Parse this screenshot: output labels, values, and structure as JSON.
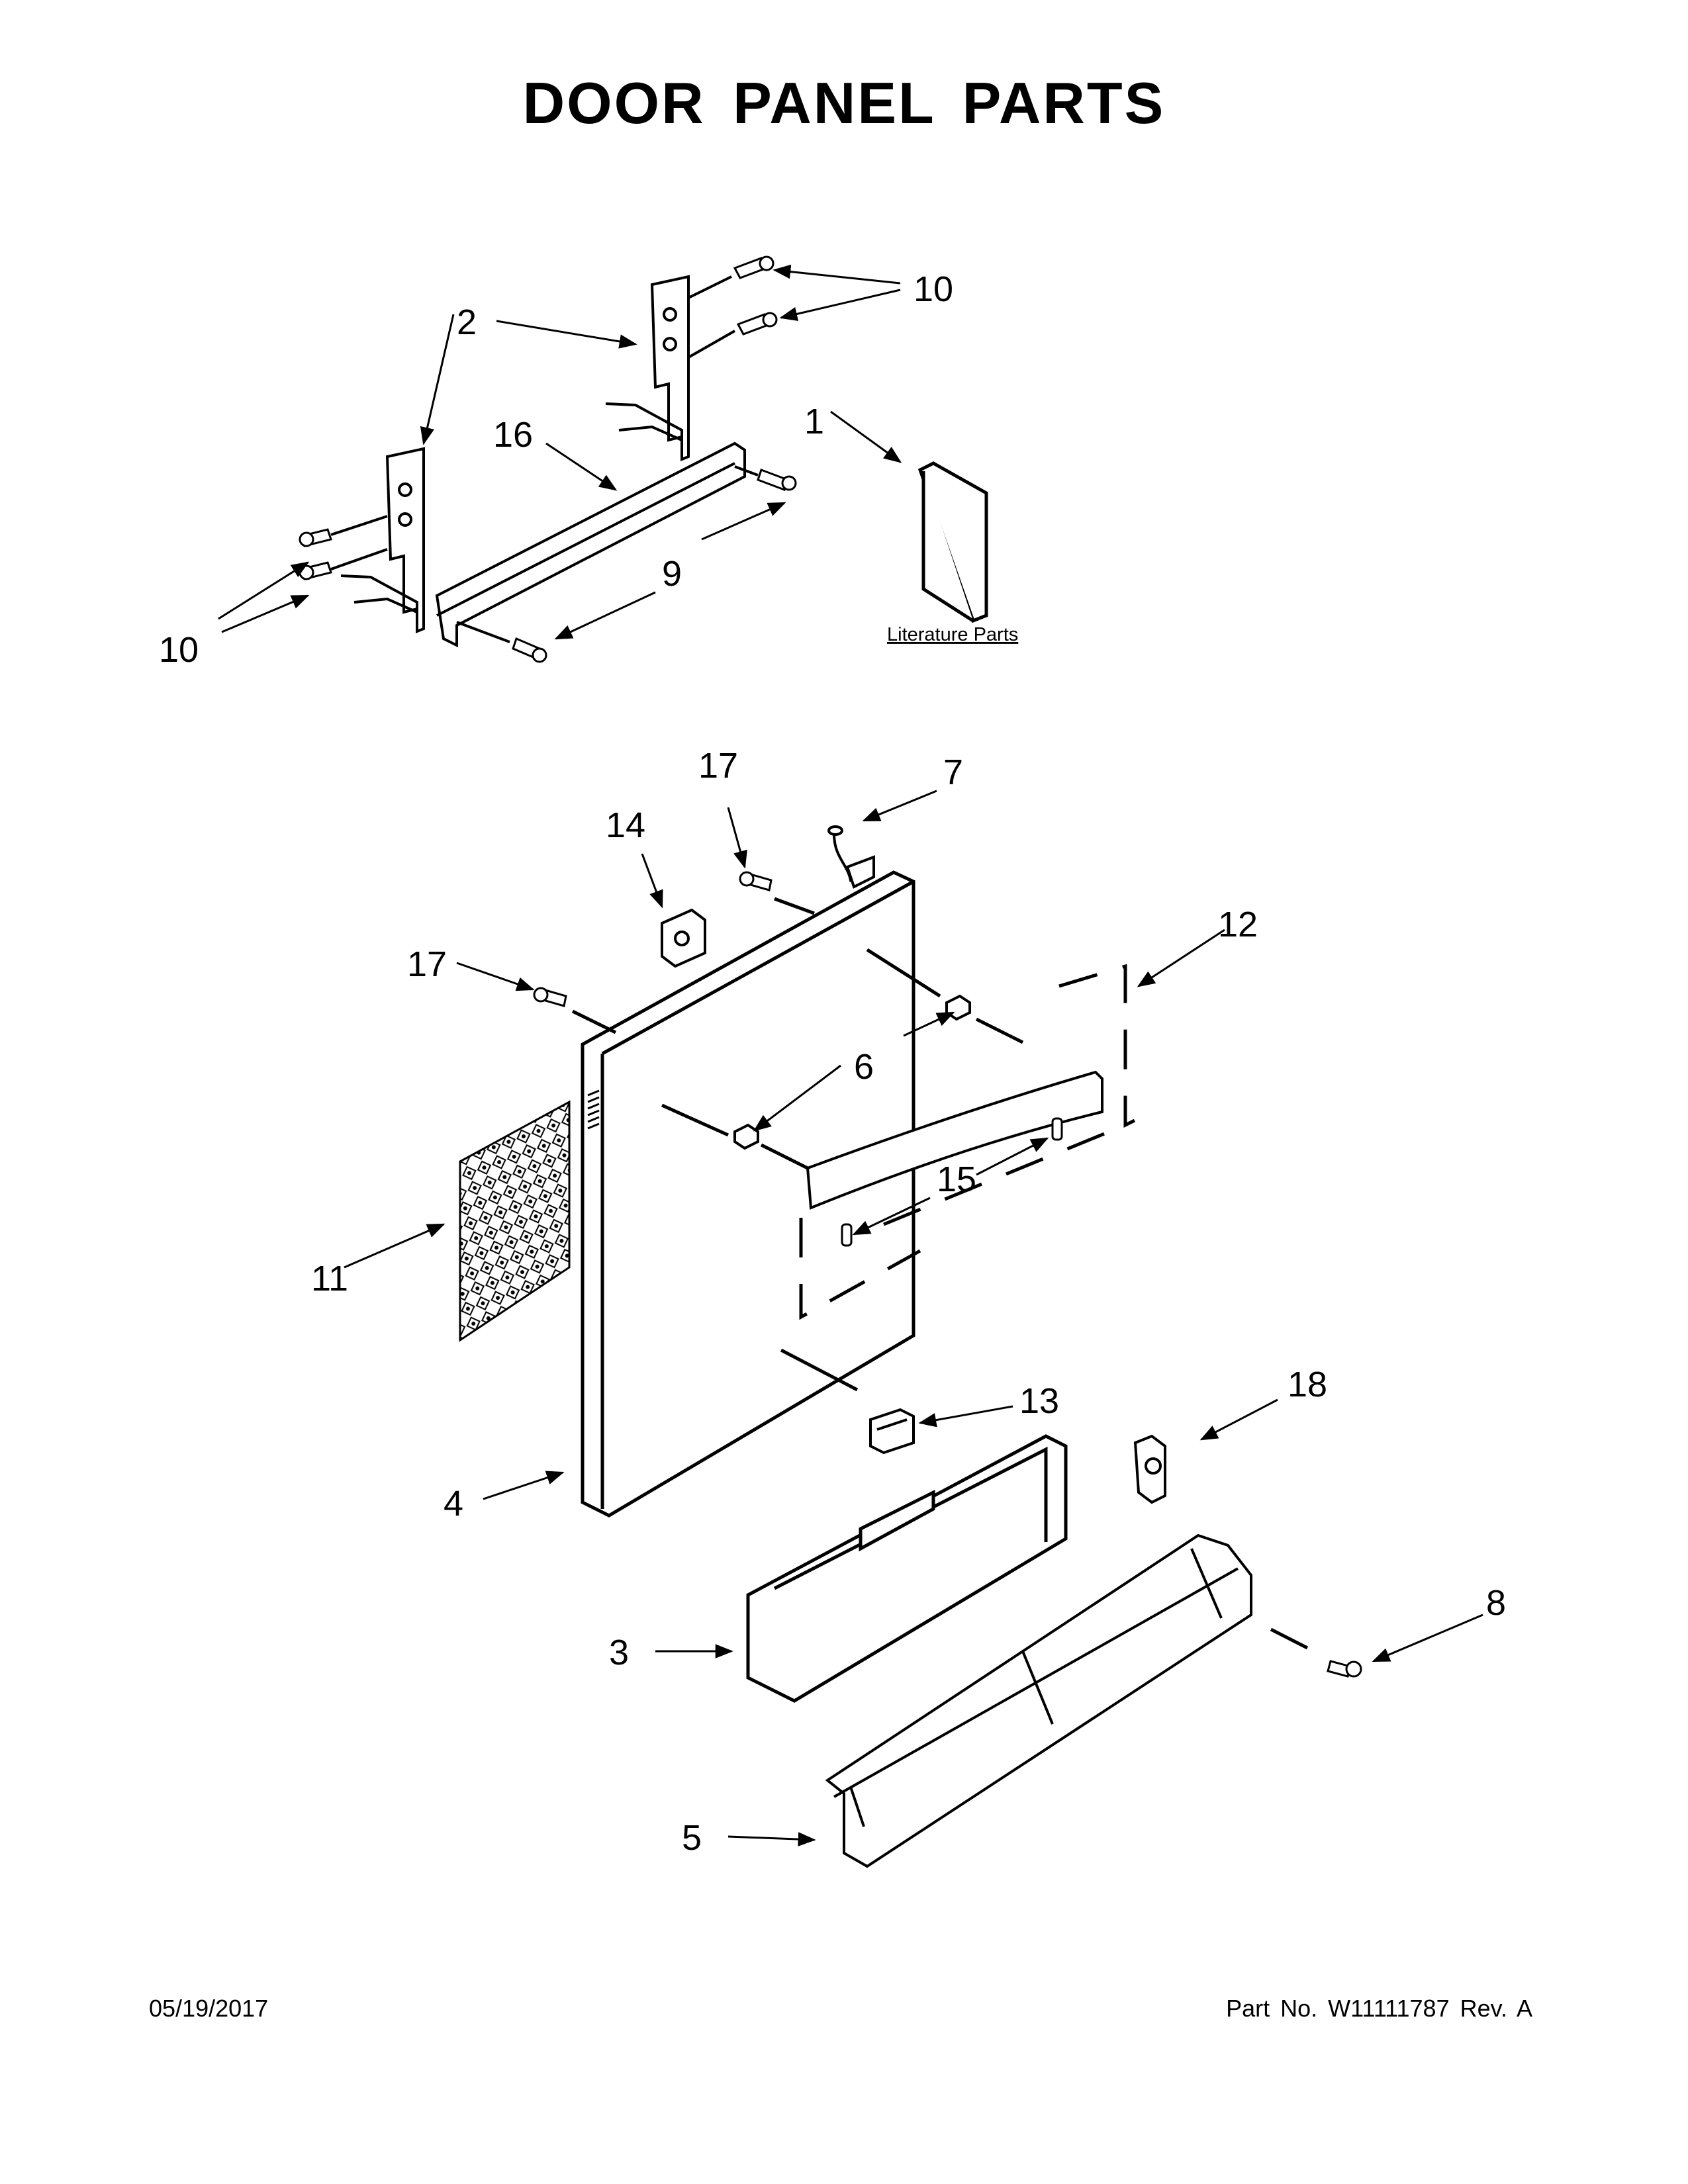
{
  "title": "DOOR PANEL PARTS",
  "literature_label": "Literature Parts",
  "callouts": {
    "c1": "1",
    "c2": "2",
    "c3": "3",
    "c4": "4",
    "c5": "5",
    "c6": "6",
    "c7": "7",
    "c8": "8",
    "c9": "9",
    "c10a": "10",
    "c10b": "10",
    "c11": "11",
    "c12": "12",
    "c13": "13",
    "c14": "14",
    "c15": "15",
    "c16": "16",
    "c17a": "17",
    "c17b": "17",
    "c18": "18"
  },
  "footer": {
    "date": "05/19/2017",
    "part_label": "Part No.",
    "part_number": "W11111787",
    "rev": "Rev. A"
  }
}
